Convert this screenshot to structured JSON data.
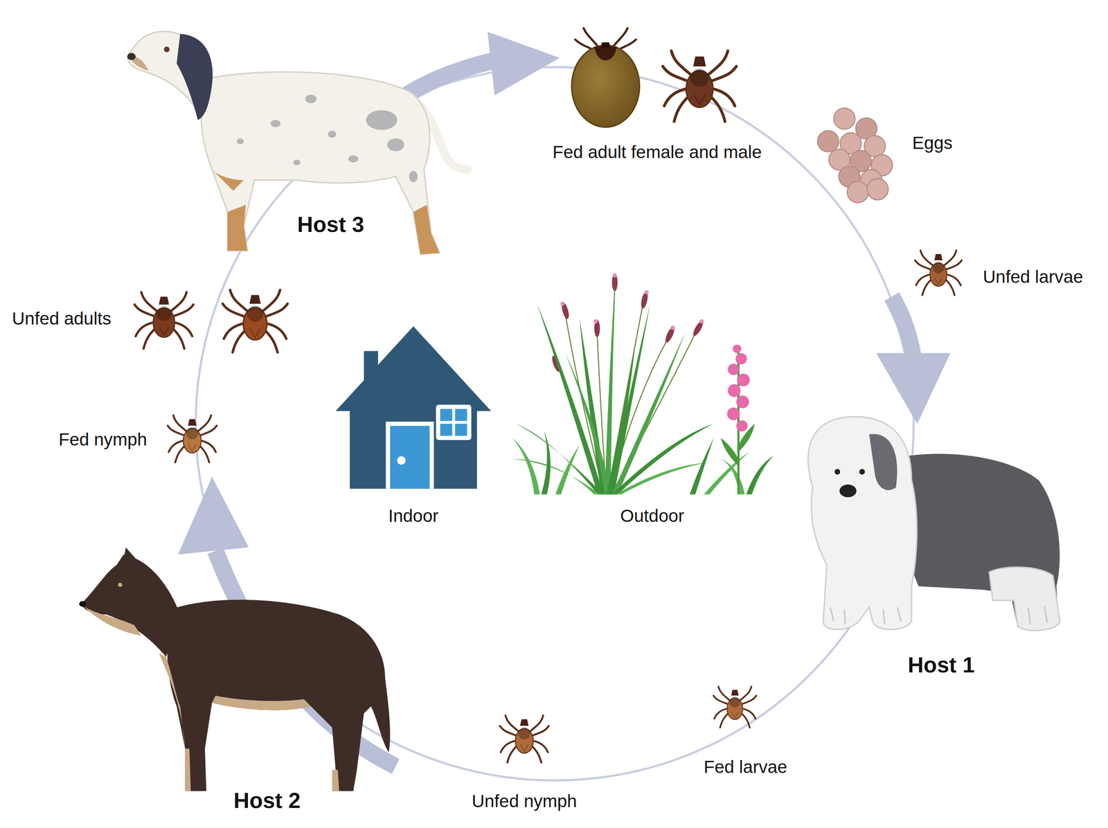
{
  "diagram": {
    "labels": [
      "Fed adult female and male",
      "Eggs",
      "Host 3",
      "Unfed larvae",
      "Unfed adults",
      "Fed nymph",
      "Indoor",
      "Outdoor",
      "Host 1",
      "Fed larvae",
      "Host 2",
      "Unfed nymph"
    ]
  }
}
